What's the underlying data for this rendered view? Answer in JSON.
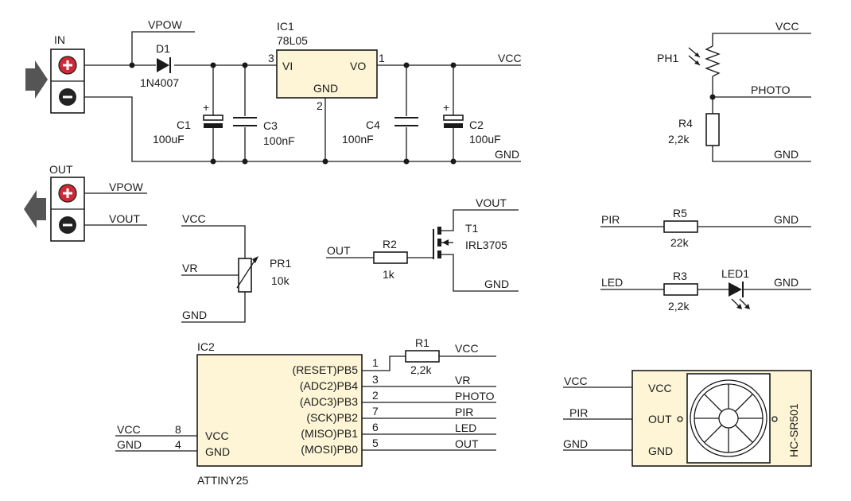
{
  "colors": {
    "ink": "#1a1a1a",
    "chip_fill": "#fdf5d6",
    "terminal_plus": "#cc2a35",
    "terminal_minus": "#222222",
    "arrow_gray": "#555555"
  },
  "input_connector": {
    "label": "IN",
    "icons": [
      "arrow-right-icon",
      "plus-terminal-icon",
      "minus-terminal-icon"
    ]
  },
  "output_connector": {
    "label": "OUT",
    "icons": [
      "arrow-left-icon",
      "plus-terminal-icon",
      "minus-terminal-icon"
    ]
  },
  "nets": {
    "vpow": "VPOW",
    "vcc": "VCC",
    "gnd": "GND",
    "vout": "VOUT",
    "photo": "PHOTO",
    "vr": "VR",
    "out": "OUT",
    "pir": "PIR",
    "led": "LED"
  },
  "parts": {
    "d1": {
      "ref": "D1",
      "value": "1N4007"
    },
    "ic1": {
      "ref": "IC1",
      "value": "78L05",
      "pin_vi": "VI",
      "pin_vo": "VO",
      "pin_gnd": "GND",
      "pin_in": "3",
      "pin_out": "1",
      "pin_ground": "2"
    },
    "c1": {
      "ref": "C1",
      "value": "100uF",
      "polarity": "+"
    },
    "c2": {
      "ref": "C2",
      "value": "100uF",
      "polarity": "+"
    },
    "c3": {
      "ref": "C3",
      "value": "100nF"
    },
    "c4": {
      "ref": "C4",
      "value": "100nF"
    },
    "ph1": {
      "ref": "PH1"
    },
    "r4": {
      "ref": "R4",
      "value": "2,2k"
    },
    "pr1": {
      "ref": "PR1",
      "value": "10k"
    },
    "r2": {
      "ref": "R2",
      "value": "1k"
    },
    "t1": {
      "ref": "T1",
      "value": "IRL3705"
    },
    "r5": {
      "ref": "R5",
      "value": "22k"
    },
    "r3": {
      "ref": "R3",
      "value": "2,2k"
    },
    "led1": {
      "ref": "LED1"
    },
    "r1": {
      "ref": "R1",
      "value": "2,2k"
    },
    "ic2": {
      "ref": "IC2",
      "value": "ATTINY25",
      "pin_vcc": "VCC",
      "pin_gnd": "GND",
      "pin_vcc_num": "8",
      "pin_gnd_num": "4",
      "pins": [
        {
          "label": "(RESET)PB5",
          "num": "1"
        },
        {
          "label": "(ADC2)PB4",
          "num": "3"
        },
        {
          "label": "(ADC3)PB3",
          "num": "2"
        },
        {
          "label": "(SCK)PB2",
          "num": "7"
        },
        {
          "label": "(MISO)PB1",
          "num": "6"
        },
        {
          "label": "(MOSI)PB0",
          "num": "5"
        }
      ]
    },
    "pir_module": {
      "name": "HC-SR501",
      "pin_vcc": "VCC",
      "pin_out": "OUT",
      "pin_gnd": "GND"
    }
  }
}
